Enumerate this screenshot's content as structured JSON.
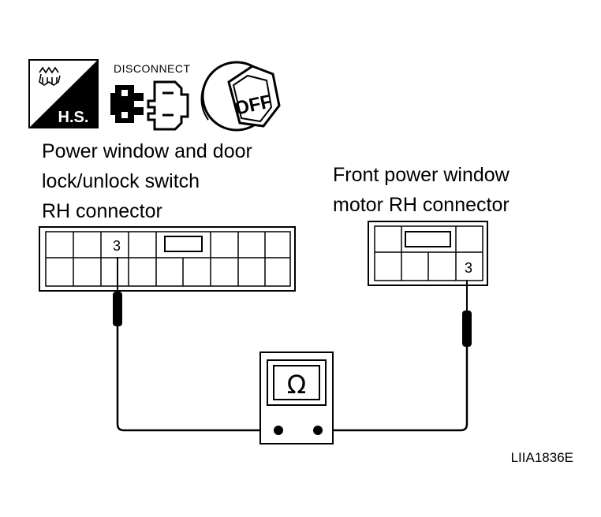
{
  "icons": {
    "hs_label": "H.S.",
    "disconnect_label": "DISCONNECT",
    "ignition_label": "OFF"
  },
  "left_connector": {
    "title_lines": [
      "Power window and door",
      "lock/unlock switch",
      "RH connector"
    ],
    "pin": "3"
  },
  "right_connector": {
    "title_lines": [
      "Front power window",
      "motor RH connector"
    ],
    "pin": "3"
  },
  "meter": {
    "symbol": "Ω"
  },
  "figure_id": "LIIA1836E"
}
